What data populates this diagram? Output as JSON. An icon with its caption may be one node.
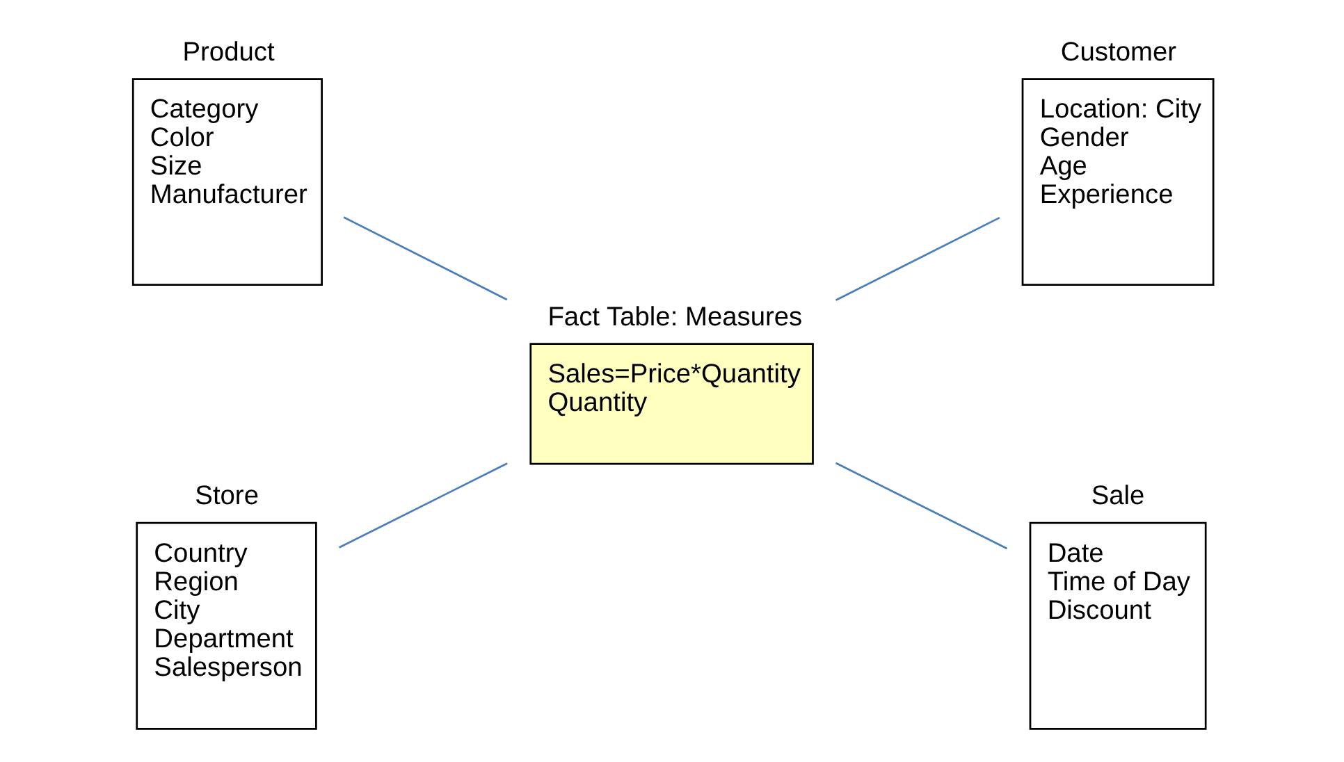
{
  "diagram": {
    "nodes": [
      {
        "text": [
          "Product",
          "Category",
          "Color",
          "Size",
          "Manufacturer"
        ]
      },
      {
        "text": [
          "Customer",
          "Location: City",
          "Gender",
          "Age",
          "Experience"
        ]
      },
      {
        "text": [
          "Fact Table: Measures",
          "Sales=Price*Quantity",
          "Quantity"
        ]
      },
      {
        "text": [
          "Store",
          "Country",
          "Region",
          "City",
          "Department",
          "Salesperson"
        ]
      },
      {
        "text": [
          "Sale",
          "Date",
          "Time of Day",
          "Discount"
        ]
      }
    ],
    "edges": [
      {
        "from": 0,
        "to": 2,
        "arrow": "none"
      },
      {
        "from": 2,
        "to": 1,
        "arrow": "none"
      },
      {
        "from": 3,
        "to": 2,
        "arrow": "none"
      },
      {
        "from": 2,
        "to": 4,
        "arrow": "none"
      }
    ]
  }
}
